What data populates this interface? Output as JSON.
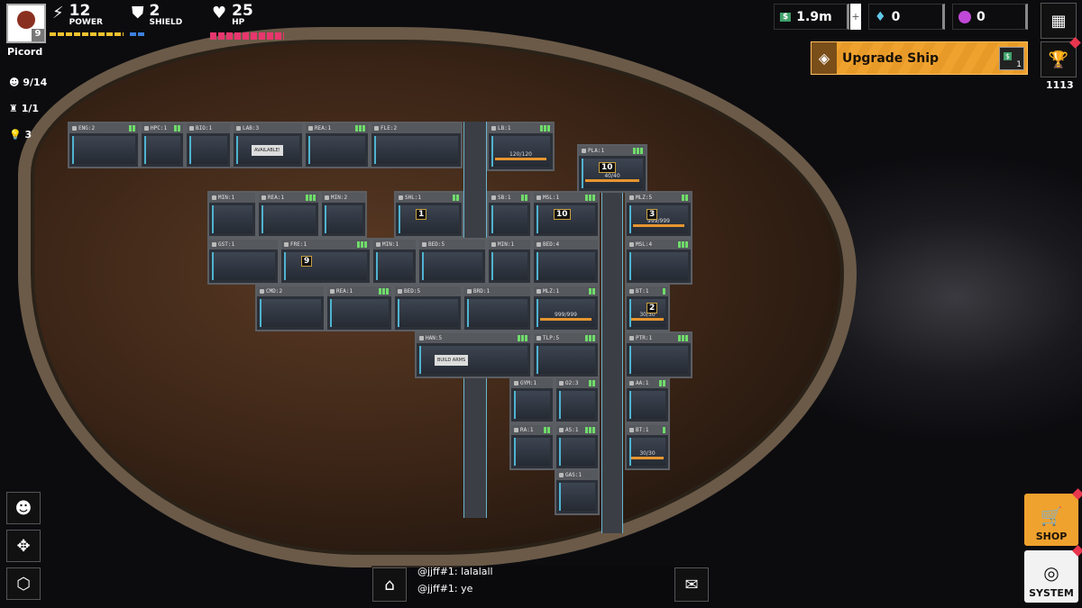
{
  "player": {
    "name": "Picord",
    "level": "9"
  },
  "stats": {
    "power": {
      "value": "12",
      "label": "POWER",
      "color": "#f2c230"
    },
    "shield": {
      "value": "2",
      "label": "SHIELD",
      "color": "#3d7fe0"
    },
    "hp": {
      "value": "25",
      "label": "HP",
      "color": "#e8366e"
    }
  },
  "crew": {
    "count": "9/14",
    "special": "1/1",
    "ideas": "3"
  },
  "resources": {
    "money": "1.9m",
    "add": "+",
    "crystals": "0",
    "gas": "0"
  },
  "upgrade": {
    "label": "Upgrade Ship",
    "cost": "1",
    "color": "#f0a22e"
  },
  "trophy": {
    "value": "1113"
  },
  "chat": [
    {
      "text": "@jjff#1: lalalall"
    },
    {
      "text": "@jjff#1: ye"
    }
  ],
  "buttons": {
    "shop": "SHOP",
    "system": "SYSTEM"
  },
  "rooms": [
    {
      "label": "ENG:2",
      "power": 2
    },
    {
      "label": "HPC:1",
      "power": 2
    },
    {
      "label": "BIO:1",
      "power": 0
    },
    {
      "label": "LAB:3",
      "power": 0,
      "sign": "AVAILABLE!"
    },
    {
      "label": "REA:1",
      "power": 3
    },
    {
      "label": "FLE:2",
      "power": 0
    },
    {
      "label": "LB:1",
      "power": 3,
      "hp": "120/120"
    },
    {
      "label": "PLA:1",
      "power": 3,
      "hp": "40/40",
      "badge": "10"
    },
    {
      "label": "MIN:1",
      "power": 0
    },
    {
      "label": "REA:1",
      "power": 3
    },
    {
      "label": "MIN:2",
      "power": 0
    },
    {
      "label": "SHL:1",
      "power": 2,
      "badge": "1"
    },
    {
      "label": "SB:1",
      "power": 2
    },
    {
      "label": "MSL:1",
      "power": 3,
      "badge": "10"
    },
    {
      "label": "MLZ:5",
      "power": 2,
      "badge": "3",
      "hp": "999/999"
    },
    {
      "label": "GST:1",
      "power": 0
    },
    {
      "label": "FRE:1",
      "power": 3,
      "badge": "9"
    },
    {
      "label": "MIN:1",
      "power": 0
    },
    {
      "label": "BED:5",
      "power": 0
    },
    {
      "label": "MIN:1",
      "power": 0
    },
    {
      "label": "BED:4",
      "power": 0
    },
    {
      "label": "MSL:4",
      "power": 3
    },
    {
      "label": "CMD:2",
      "power": 0
    },
    {
      "label": "REA:1",
      "power": 3
    },
    {
      "label": "BED:5",
      "power": 0
    },
    {
      "label": "BRD:1",
      "power": 0
    },
    {
      "label": "MLZ:1",
      "power": 2,
      "hp": "999/999"
    },
    {
      "label": "BT:1",
      "power": 1,
      "badge": "2",
      "hp": "30/30"
    },
    {
      "label": "HAN:5",
      "power": 3,
      "sign": "BUILD ARMS"
    },
    {
      "label": "TLP:5",
      "power": 3
    },
    {
      "label": "PTR:1",
      "power": 3
    },
    {
      "label": "GYM:1",
      "power": 0
    },
    {
      "label": "O2:3",
      "power": 2
    },
    {
      "label": "AA:1",
      "power": 2
    },
    {
      "label": "RA:1",
      "power": 2
    },
    {
      "label": "AS:1",
      "power": 3
    },
    {
      "label": "BT:1",
      "power": 1,
      "hp": "30/30"
    },
    {
      "label": "GAS:1",
      "power": 0
    }
  ]
}
